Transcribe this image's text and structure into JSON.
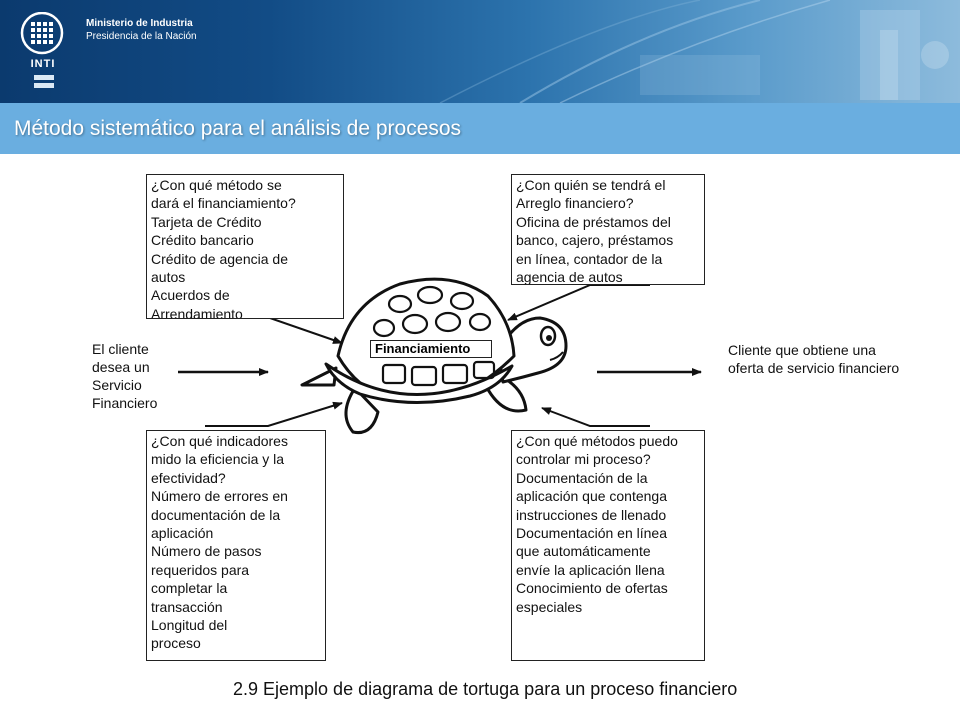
{
  "header": {
    "ministry_line1": "Ministerio de Industria",
    "ministry_line2": "Presidencia de la Nación",
    "logo_text": "INTI",
    "colors": {
      "header_dark": "#0b3a6e",
      "title_bar": "#6aaee0"
    }
  },
  "title": "Método sistemático para el análisis de procesos",
  "diagram": {
    "center_label": "Financiamiento",
    "input": [
      "El cliente",
      "desea un",
      "Servicio",
      "Financiero"
    ],
    "output": [
      "Cliente que obtiene una",
      "oferta de servicio financiero"
    ],
    "box_top_left": [
      "¿Con qué método se",
      "dará el financiamiento?",
      "Tarjeta de Crédito",
      "Crédito bancario",
      "Crédito de agencia de",
      "autos",
      "Acuerdos de",
      "Arrendamiento"
    ],
    "box_top_right": [
      "¿Con quién se tendrá el",
      "Arreglo financiero?",
      "Oficina de préstamos del",
      "banco, cajero, préstamos",
      "en línea, contador de la",
      "agencia de autos"
    ],
    "box_bottom_left": [
      "¿Con qué indicadores",
      "mido la eficiencia y la",
      "efectividad?",
      "Número de errores en",
      "documentación de la",
      "aplicación",
      "Número de pasos",
      "requeridos para",
      "completar la",
      "transacción",
      "Longitud del",
      "proceso"
    ],
    "box_bottom_right": [
      "¿Con qué métodos puedo",
      "controlar mi proceso?",
      "Documentación de la",
      "aplicación que contenga",
      "instrucciones de llenado",
      "Documentación en línea",
      "que automáticamente",
      "envíe la aplicación llena",
      "Conocimiento de ofertas",
      "especiales"
    ]
  },
  "caption": "2.9 Ejemplo de diagrama  de tortuga para un  proceso financiero"
}
